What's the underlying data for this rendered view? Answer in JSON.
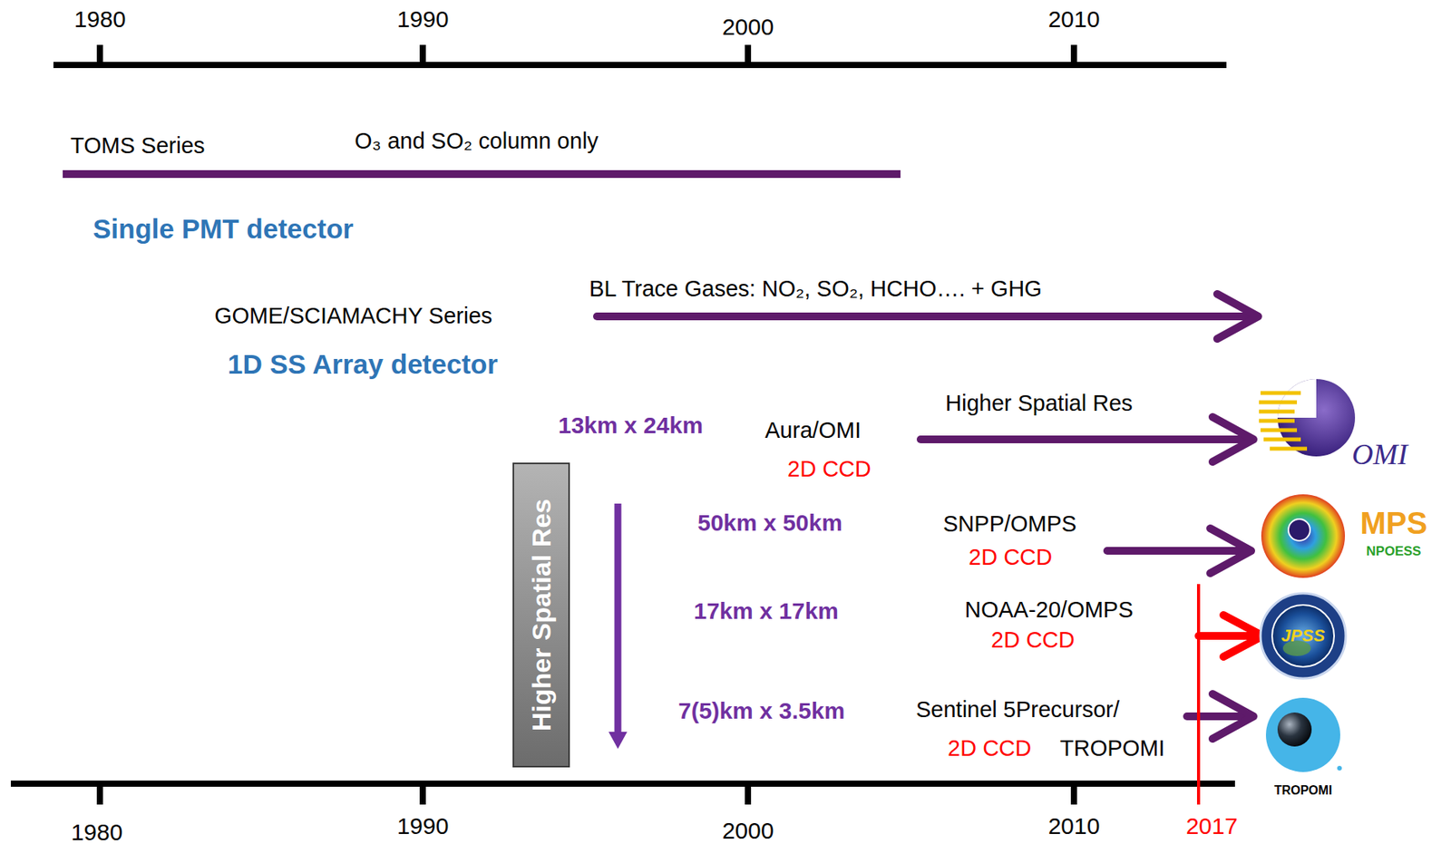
{
  "diagram": {
    "nodes": [
      {
        "text": [
          "Higher Spatial Res"
        ]
      }
    ],
    "labels": [
      "1980",
      "1990",
      "2000",
      "2010",
      "TOMS Series",
      "O₃ and SO₂ column only",
      "Single PMT detector",
      "GOME/SCIAMACHY Series",
      "BL Trace Gases: NO₂, SO₂, HCHO…. + GHG",
      "1D SS Array detector",
      "Higher Spatial Res",
      "OMI",
      "13km x 24km",
      "Aura/OMI",
      "2D CCD",
      "50km x 50km",
      "SNPP/OMPS",
      "MPS",
      "NPOESS",
      "2D CCD",
      "17km x 17km",
      "NOAA-20/OMPS",
      "JPSS",
      "2D CCD",
      "7(5)km x 3.5km",
      "Sentinel 5Precursor/",
      "2D CCD",
      "TROPOMI",
      "TROPOMI",
      "1980",
      "1990",
      "2000",
      "2010",
      "2017"
    ]
  }
}
